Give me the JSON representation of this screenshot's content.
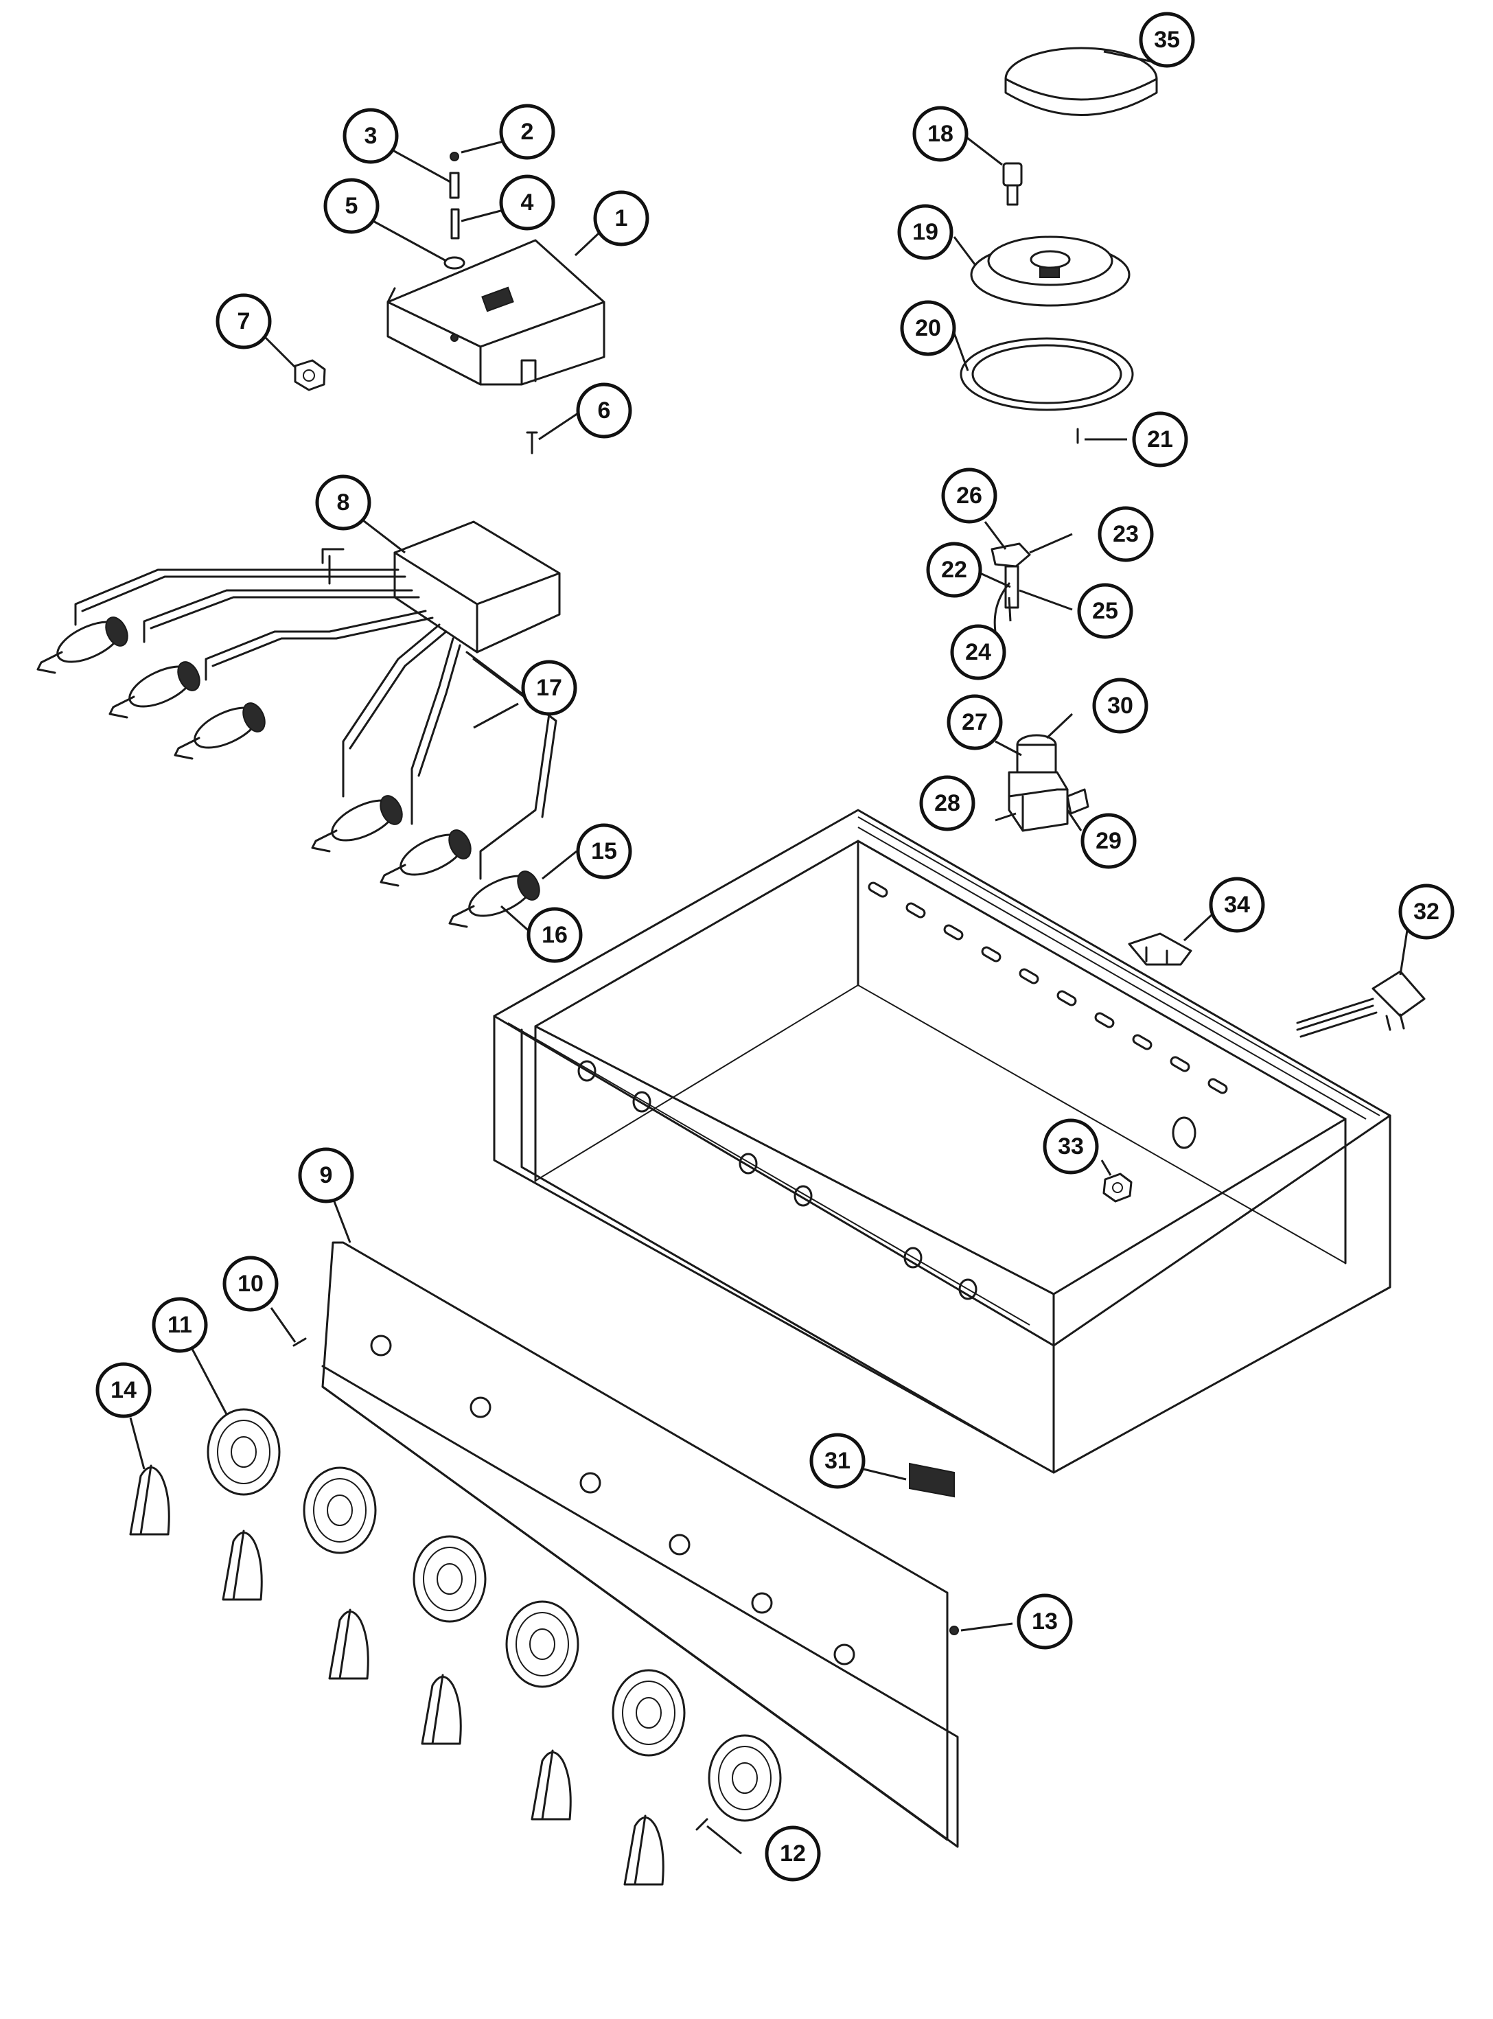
{
  "callouts": [
    {
      "num": "1",
      "name": "callout-1"
    },
    {
      "num": "2",
      "name": "callout-2"
    },
    {
      "num": "3",
      "name": "callout-3"
    },
    {
      "num": "4",
      "name": "callout-4"
    },
    {
      "num": "5",
      "name": "callout-5"
    },
    {
      "num": "6",
      "name": "callout-6"
    },
    {
      "num": "7",
      "name": "callout-7"
    },
    {
      "num": "8",
      "name": "callout-8"
    },
    {
      "num": "9",
      "name": "callout-9"
    },
    {
      "num": "10",
      "name": "callout-10"
    },
    {
      "num": "11",
      "name": "callout-11"
    },
    {
      "num": "12",
      "name": "callout-12"
    },
    {
      "num": "13",
      "name": "callout-13"
    },
    {
      "num": "14",
      "name": "callout-14"
    },
    {
      "num": "15",
      "name": "callout-15"
    },
    {
      "num": "16",
      "name": "callout-16"
    },
    {
      "num": "17",
      "name": "callout-17"
    },
    {
      "num": "18",
      "name": "callout-18"
    },
    {
      "num": "19",
      "name": "callout-19"
    },
    {
      "num": "20",
      "name": "callout-20"
    },
    {
      "num": "21",
      "name": "callout-21"
    },
    {
      "num": "22",
      "name": "callout-22"
    },
    {
      "num": "23",
      "name": "callout-23"
    },
    {
      "num": "24",
      "name": "callout-24"
    },
    {
      "num": "25",
      "name": "callout-25"
    },
    {
      "num": "26",
      "name": "callout-26"
    },
    {
      "num": "27",
      "name": "callout-27"
    },
    {
      "num": "28",
      "name": "callout-28"
    },
    {
      "num": "29",
      "name": "callout-29"
    },
    {
      "num": "30",
      "name": "callout-30"
    },
    {
      "num": "31",
      "name": "callout-31"
    },
    {
      "num": "32",
      "name": "callout-32"
    },
    {
      "num": "33",
      "name": "callout-33"
    },
    {
      "num": "34",
      "name": "callout-34"
    },
    {
      "num": "35",
      "name": "callout-35"
    }
  ]
}
